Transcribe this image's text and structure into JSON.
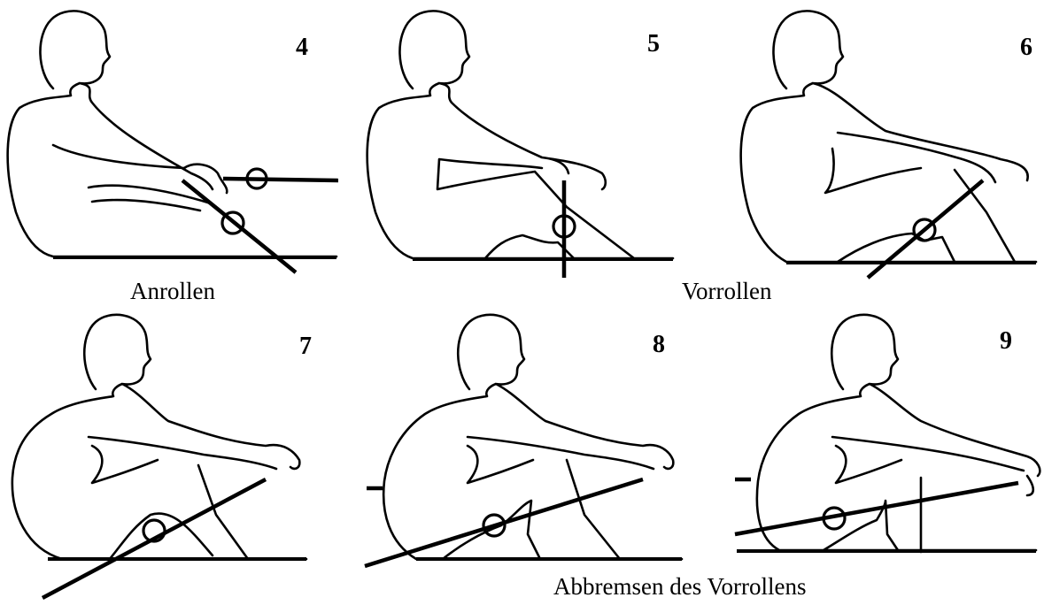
{
  "figure": {
    "panels": [
      {
        "number": "4",
        "name": "panel-4"
      },
      {
        "number": "5",
        "name": "panel-5"
      },
      {
        "number": "6",
        "name": "panel-6"
      },
      {
        "number": "7",
        "name": "panel-7"
      },
      {
        "number": "8",
        "name": "panel-8"
      },
      {
        "number": "9",
        "name": "panel-9"
      }
    ],
    "captions": {
      "anrollen": "Anrollen",
      "vorrollen": "Vorrollen",
      "abbremsen": "Abbremsen des Vorrollens"
    },
    "colors": {
      "line": "#000000",
      "background": "#ffffff"
    }
  }
}
